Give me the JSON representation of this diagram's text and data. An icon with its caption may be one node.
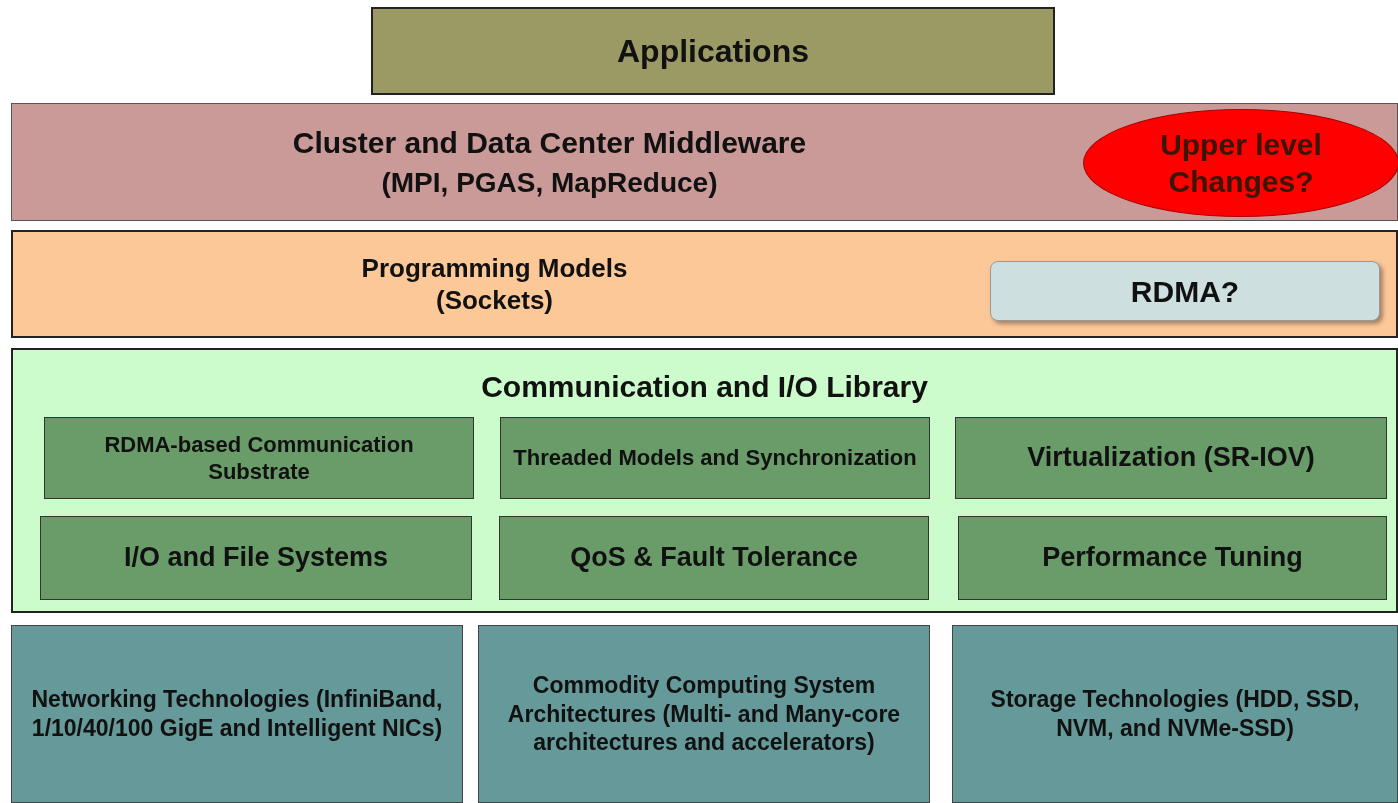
{
  "diagram": {
    "nodes": [
      {
        "text": [
          "Applications"
        ]
      },
      {
        "text": [
          "Cluster and Data Center Middleware",
          "(MPI, PGAS, MapReduce)"
        ]
      },
      {
        "text": [
          "Upper level Changes?"
        ],
        "in": 1
      },
      {
        "text": [
          "Programming Models",
          "(Sockets)"
        ]
      },
      {
        "text": [
          "RDMA?"
        ],
        "in": 3
      },
      {
        "text": [
          "Communication and I/O Library"
        ]
      },
      {
        "text": [
          "RDMA-based Communication Substrate"
        ],
        "in": 5
      },
      {
        "text": [
          "Threaded Models and Synchronization"
        ],
        "in": 5
      },
      {
        "text": [
          "Virtualization (SR-IOV)"
        ],
        "in": 5
      },
      {
        "text": [
          "I/O and File Systems"
        ],
        "in": 5
      },
      {
        "text": [
          "QoS & Fault Tolerance"
        ],
        "in": 5
      },
      {
        "text": [
          "Performance Tuning"
        ],
        "in": 5
      },
      {
        "text": [
          "Networking Technologies (InfiniBand, 1/10/40/100 GigE and Intelligent NICs)"
        ]
      },
      {
        "text": [
          "Commodity Computing System Architectures (Multi- and Many-core architectures and accelerators)"
        ]
      },
      {
        "text": [
          "Storage Technologies (HDD, SSD, NVM, and NVMe-SSD)"
        ]
      }
    ],
    "edges": []
  }
}
